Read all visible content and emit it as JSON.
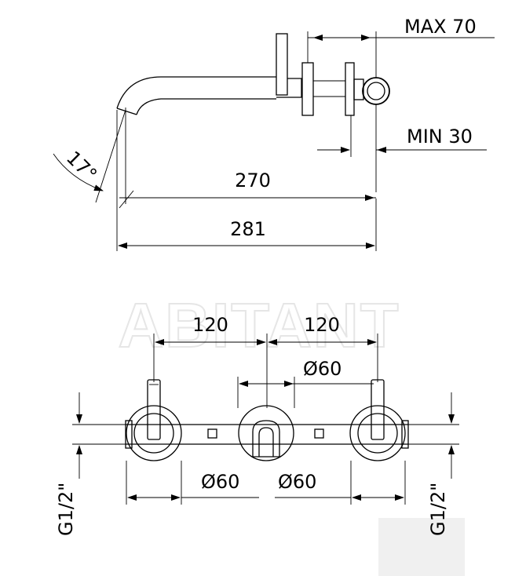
{
  "watermark": "ABITANT",
  "dimensions": {
    "max_offset": "MAX 70",
    "min_offset": "MIN 30",
    "angle": "17°",
    "spout_length": "270",
    "total_length": "281",
    "spacing_left": "120",
    "spacing_right": "120",
    "rosette_top": "Ø60",
    "rosette_left": "Ø60",
    "rosette_right": "Ø60",
    "thread_left": "G1/2\"",
    "thread_right": "G1/2\""
  }
}
